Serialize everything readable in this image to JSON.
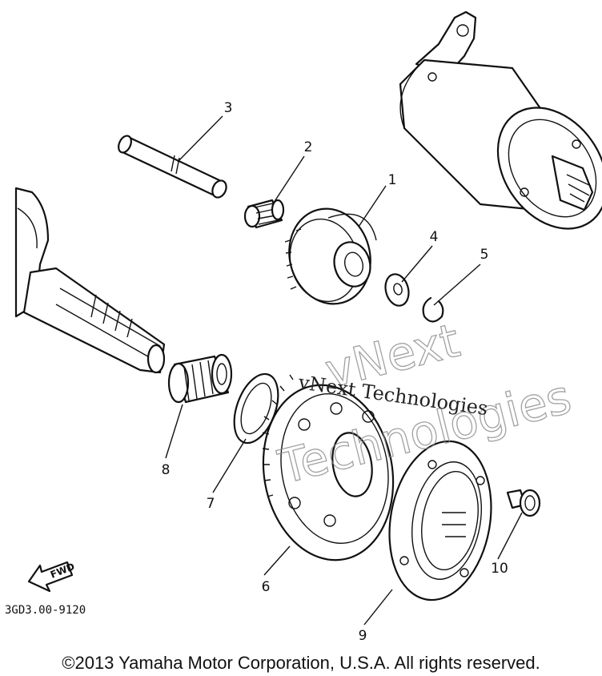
{
  "callouts": [
    "1",
    "2",
    "3",
    "4",
    "5",
    "6",
    "7",
    "8",
    "9",
    "10"
  ],
  "fwd_label": "FWD",
  "ref_code": "3GD3.00-9120",
  "watermark": {
    "line1": "vNext",
    "line2": "Technologies",
    "caption": "vNext Technologies"
  },
  "copyright": "©2013 Yamaha Motor Corporation, U.S.A. All rights reserved."
}
